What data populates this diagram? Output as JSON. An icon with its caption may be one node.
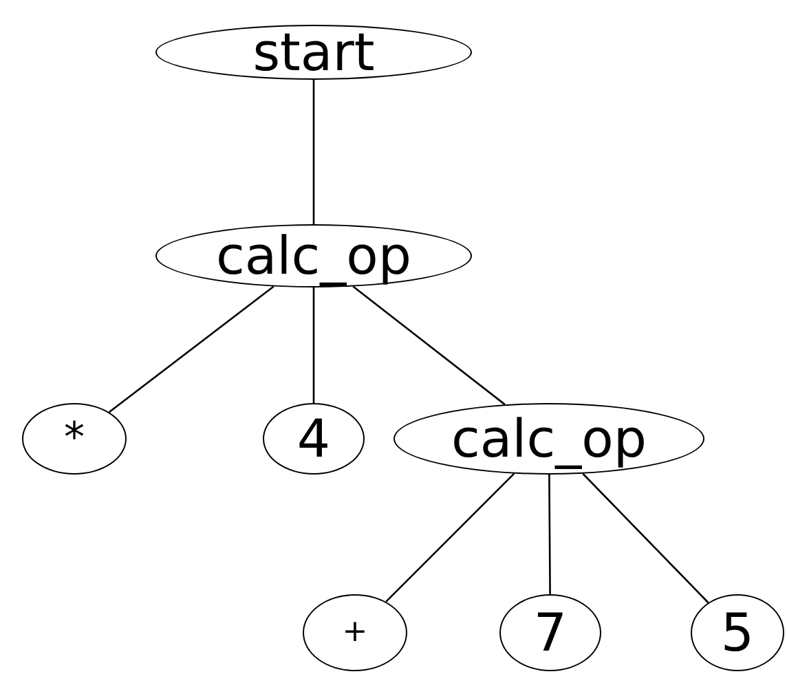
{
  "diagram": {
    "nodes": [
      {
        "text": [
          "start"
        ]
      },
      {
        "text": [
          "calc_op"
        ]
      },
      {
        "text": [
          "*"
        ]
      },
      {
        "text": [
          "4"
        ]
      },
      {
        "text": [
          "calc_op"
        ]
      },
      {
        "text": [
          "+"
        ]
      },
      {
        "text": [
          "7"
        ]
      },
      {
        "text": [
          "5"
        ]
      }
    ],
    "edges": [
      {
        "from": 0,
        "to": 1,
        "arrow": "none"
      },
      {
        "from": 1,
        "to": 2,
        "arrow": "none"
      },
      {
        "from": 1,
        "to": 3,
        "arrow": "none"
      },
      {
        "from": 1,
        "to": 4,
        "arrow": "none"
      },
      {
        "from": 4,
        "to": 5,
        "arrow": "none"
      },
      {
        "from": 4,
        "to": 6,
        "arrow": "none"
      },
      {
        "from": 4,
        "to": 7,
        "arrow": "none"
      }
    ]
  }
}
